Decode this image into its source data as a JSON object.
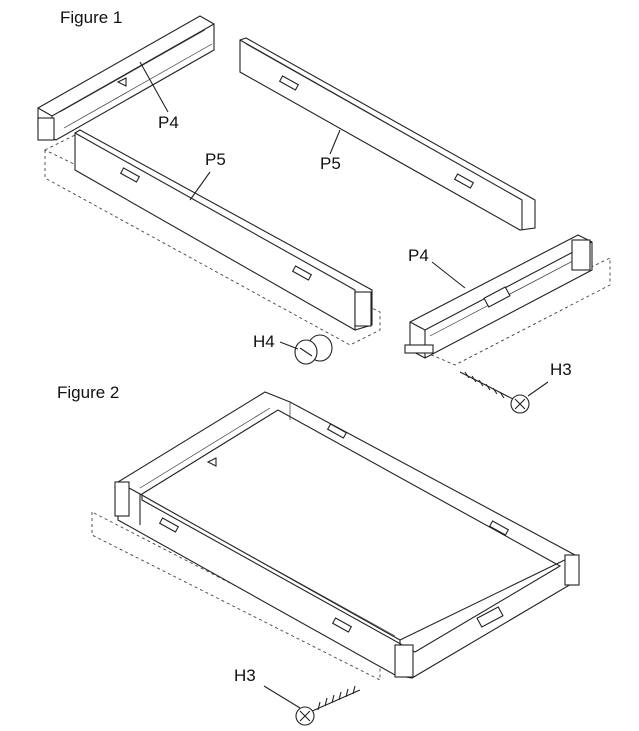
{
  "figure1": {
    "title": "Figure 1",
    "labels": {
      "p4_top": "P4",
      "p5_left": "P5",
      "p5_right": "P5",
      "p4_right": "P4",
      "h4": "H4",
      "h3": "H3"
    }
  },
  "figure2": {
    "title": "Figure 2",
    "labels": {
      "h3": "H3"
    }
  }
}
